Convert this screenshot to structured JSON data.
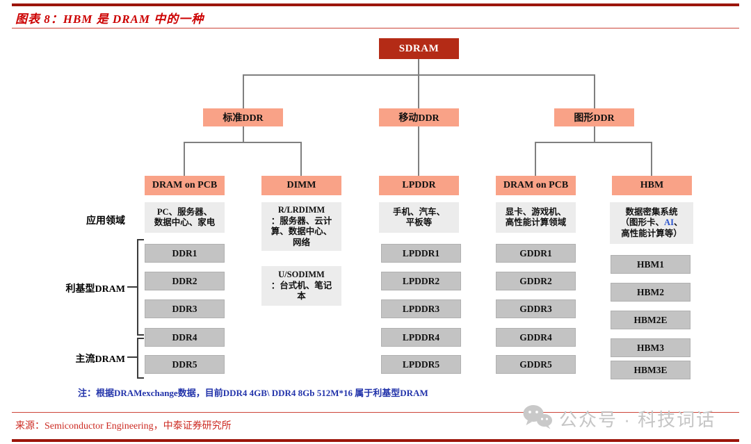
{
  "header": {
    "title": "图表 8：HBM 是 DRAM 中的一种"
  },
  "tree": {
    "root": "SDRAM",
    "level2": [
      {
        "label": "标准DDR"
      },
      {
        "label": "移动DDR"
      },
      {
        "label": "图形DDR"
      }
    ],
    "columns": [
      {
        "branch": "DRAM on PCB",
        "application": "PC、服务器、\n数据中心、家电",
        "versions": [
          "DDR1",
          "DDR2",
          "DDR3",
          "DDR4",
          "DDR5"
        ]
      },
      {
        "branch": "DIMM",
        "application": "R/LRDIMM\n：服务器、云计\n算、数据中心、\n网络",
        "application2": "U/SODIMM\n：台式机、笔记\n本",
        "versions": []
      },
      {
        "branch": "LPDDR",
        "application": "手机、汽车、\n平板等",
        "versions": [
          "LPDDR1",
          "LPDDR2",
          "LPDDR3",
          "LPDDR4",
          "LPDDR5"
        ]
      },
      {
        "branch": "DRAM on PCB",
        "application": "显卡、游戏机、\n高性能计算领域",
        "versions": [
          "GDDR1",
          "GDDR2",
          "GDDR3",
          "GDDR4",
          "GDDR5"
        ]
      },
      {
        "branch": "HBM",
        "application_parts": {
          "pre": "数据密集系统\n（图形卡、",
          "highlight": "AI",
          "post": "、\n高性能计算等）"
        },
        "versions": [
          "HBM1",
          "HBM2",
          "HBM2E",
          "HBM3",
          "HBM3E"
        ]
      }
    ],
    "side_labels": {
      "application": "应用领域",
      "niche": "利基型DRAM",
      "mainstream": "主流DRAM"
    }
  },
  "note": "注：根据DRAMexchange数据，目前DDR4 4GB\\ DDR4 8Gb 512M*16 属于利基型DRAM",
  "source": "来源：Semiconductor Engineering，中泰证券研究所",
  "watermark": {
    "text": "公众号 · 科技词话"
  },
  "colors": {
    "root_box": "#b42b16",
    "branch_box": "#f9a287",
    "app_box": "#ececec",
    "version_box": "#c3c3c3",
    "accent_red": "#cc0000",
    "note_blue": "#2233aa",
    "line_gray": "#7f7f7f"
  }
}
